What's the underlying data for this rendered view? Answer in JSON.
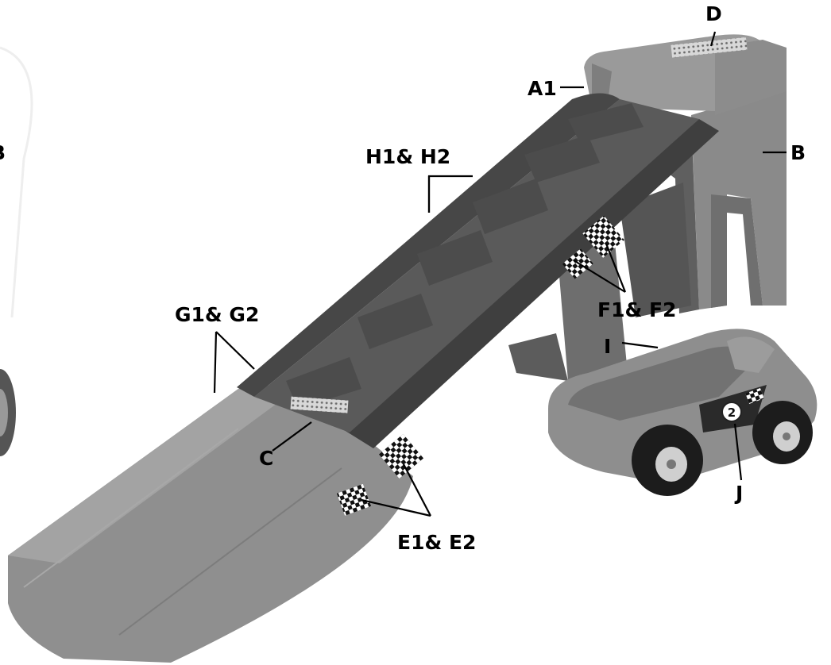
{
  "labels": {
    "a1": "A1",
    "b": "B",
    "b_edge": "B",
    "c": "C",
    "d": "D",
    "e": "E1& E2",
    "f": "F1& F2",
    "g": "G1& G2",
    "h": "H1& H2",
    "i": "I",
    "j": "J"
  },
  "colors": {
    "background": "#ffffff",
    "toy_plastic": "#8f8f8f",
    "toy_shadow": "#585858",
    "track": "#454545",
    "label": "#000000"
  }
}
